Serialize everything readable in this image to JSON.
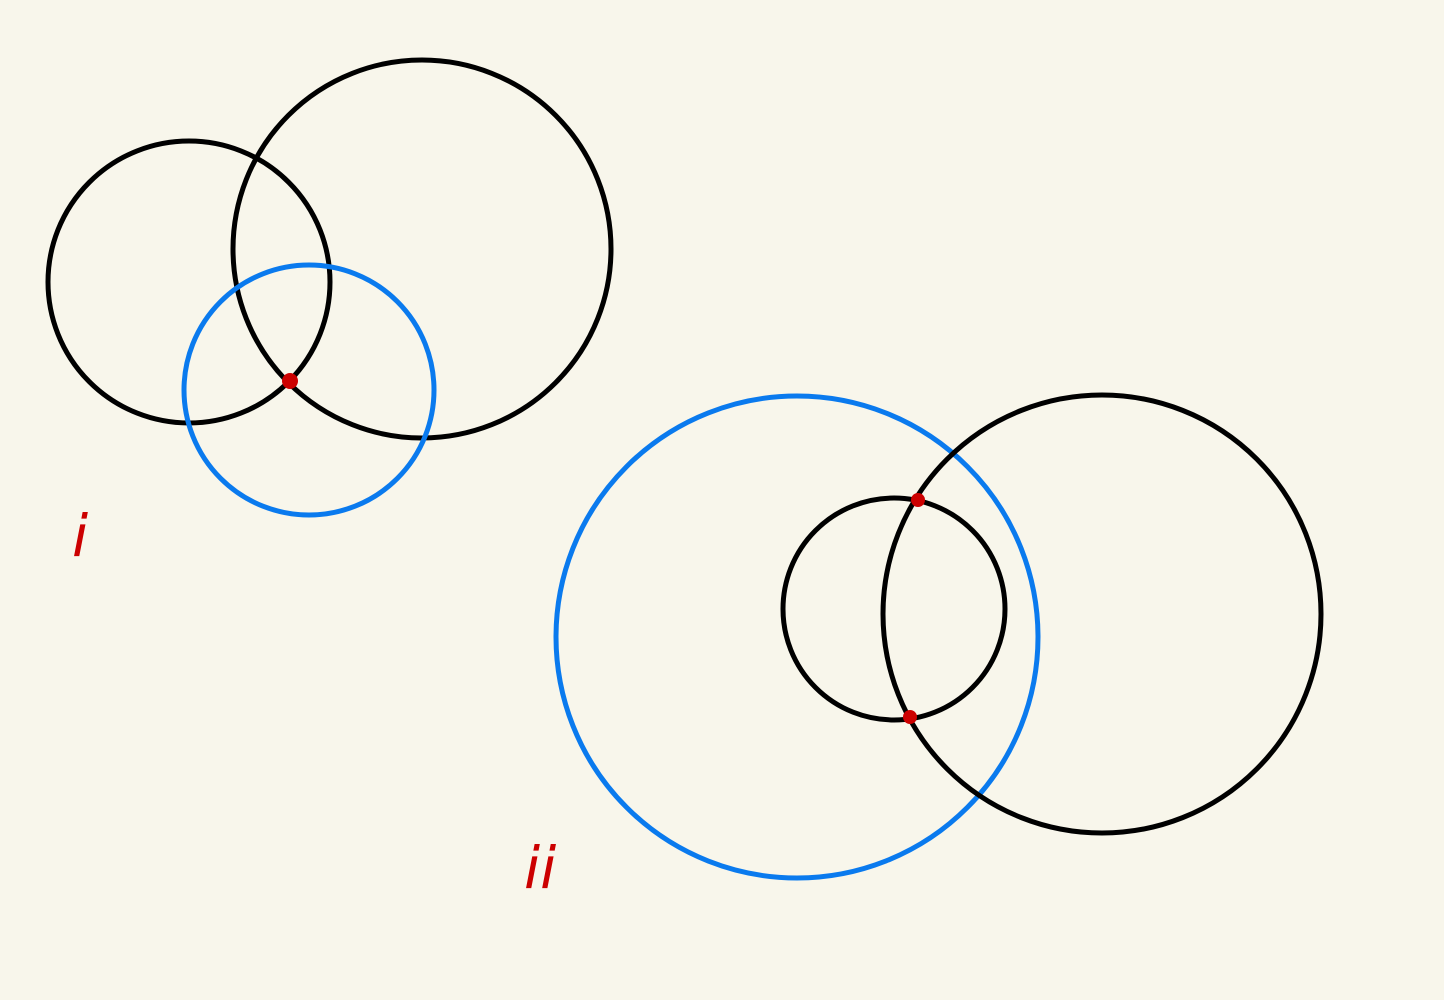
{
  "colors": {
    "background": "#f8f6eb",
    "circle": "#000000",
    "highlight_circle": "#0a7aee",
    "point": "#cc0000",
    "label": "#cc0000"
  },
  "figures": [
    {
      "label": "i",
      "circles": [
        {
          "role": "given",
          "color_key": "circle"
        },
        {
          "role": "given",
          "color_key": "circle"
        },
        {
          "role": "solution",
          "color_key": "highlight_circle"
        }
      ],
      "points": [
        {
          "role": "intersection"
        }
      ]
    },
    {
      "label": "ii",
      "circles": [
        {
          "role": "solution",
          "color_key": "highlight_circle"
        },
        {
          "role": "given",
          "color_key": "circle"
        },
        {
          "role": "given",
          "color_key": "circle"
        }
      ],
      "points": [
        {
          "role": "intersection"
        },
        {
          "role": "intersection"
        }
      ]
    }
  ]
}
